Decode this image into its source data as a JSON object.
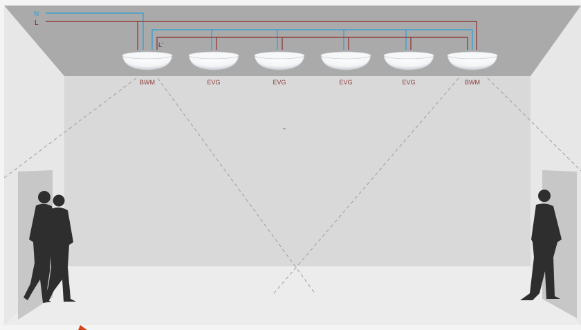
{
  "wires": {
    "n_label": "N",
    "l_label": "L",
    "lprime_label": "L'",
    "n_color": "#2a9fd6",
    "l_color": "#8b2e2e"
  },
  "luminaires": [
    {
      "label": "BWM",
      "kind": "motion-detector"
    },
    {
      "label": "EVG",
      "kind": "ballast"
    },
    {
      "label": "EVG",
      "kind": "ballast"
    },
    {
      "label": "EVG",
      "kind": "ballast"
    },
    {
      "label": "EVG",
      "kind": "ballast"
    },
    {
      "label": "BWM",
      "kind": "motion-detector"
    }
  ],
  "colors": {
    "ceiling": "#a9a9a9",
    "back_wall": "#d8d8d8",
    "side_wall": "#e6e6e6",
    "floor": "#ededed",
    "door": "#c6c6c6",
    "silhouette": "#2d2d2d",
    "detection_line": "#9a9a9a",
    "arrow": "#d0451b"
  }
}
